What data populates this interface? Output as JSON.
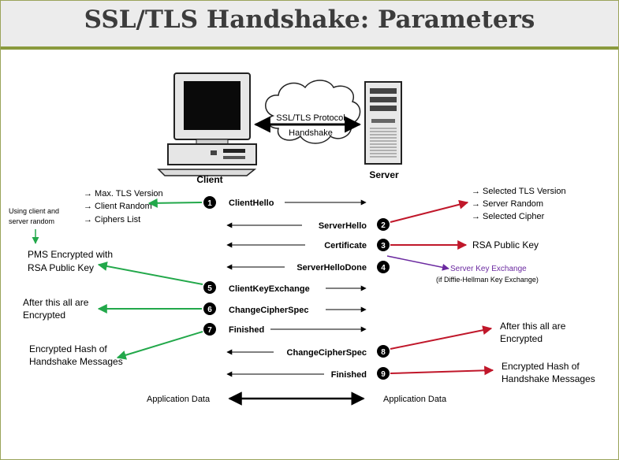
{
  "title": "SSL/TLS Handshake: Parameters",
  "hosts": {
    "client": "Client",
    "server": "Server"
  },
  "cloud": {
    "line1": "SSL/TLS Protocol",
    "line2": "Handshake"
  },
  "colors": {
    "green": "#22a84a",
    "red": "#c0172a",
    "purple": "#6b2aa0",
    "accent": "#8a9a3d"
  },
  "messages": [
    {
      "num": "1",
      "label": "ClientHello",
      "dir": "to-server"
    },
    {
      "num": "2",
      "label": "ServerHello",
      "dir": "to-client"
    },
    {
      "num": "3",
      "label": "Certificate",
      "dir": "to-client"
    },
    {
      "num": "4",
      "label": "ServerHelloDone",
      "dir": "to-client"
    },
    {
      "num": "5",
      "label": "ClientKeyExchange",
      "dir": "to-server"
    },
    {
      "num": "6",
      "label": "ChangeCipherSpec",
      "dir": "to-server"
    },
    {
      "num": "7",
      "label": "Finished",
      "dir": "to-server"
    },
    {
      "num": "8",
      "label": "ChangeCipherSpec",
      "dir": "to-client"
    },
    {
      "num": "9",
      "label": "Finished",
      "dir": "to-client"
    }
  ],
  "app_data": {
    "left": "Application Data",
    "right": "Application Data"
  },
  "notes": {
    "client_hello": [
      "→ Max. TLS Version",
      "→ Client Random",
      "→ Ciphers List"
    ],
    "random_note": [
      "Using client and",
      "server random"
    ],
    "pms": [
      "PMS Encrypted with",
      "RSA Public Key"
    ],
    "encrypted_left": [
      "After this all are",
      "Encrypted"
    ],
    "hash_left": [
      "Encrypted Hash of",
      "Handshake Messages"
    ],
    "server_hello": [
      "→ Selected TLS Version",
      "→ Server Random",
      "→ Selected Cipher"
    ],
    "rsa_key": "RSA Public Key",
    "ske": "Server Key Exchange",
    "ske_note": "(if Diffie-Hellman  Key Exchange)",
    "encrypted_right": [
      "After this all are",
      "Encrypted"
    ],
    "hash_right": [
      "Encrypted Hash of",
      "Handshake Messages"
    ]
  }
}
